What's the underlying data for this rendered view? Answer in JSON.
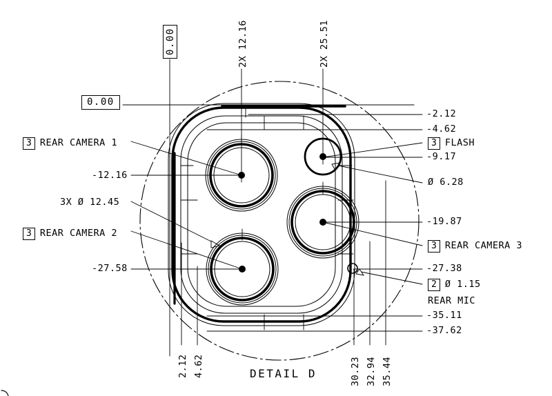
{
  "drawing": {
    "title": "DETAIL D",
    "type": "engineering-detail-view",
    "subject": "rear camera module",
    "units_implied": "mm",
    "line_color": "#000000",
    "background_color": "#ffffff"
  },
  "datums": {
    "vertical_zero_box": "0.00",
    "horizontal_zero_box": "0.00"
  },
  "left_callouts": [
    {
      "id": "rear-camera-1",
      "frame": "3",
      "label": "REAR CAMERA 1"
    },
    {
      "id": "dim-neg-12-16",
      "label": "-12.16"
    },
    {
      "id": "dia-12-45",
      "label": "3X Ø 12.45"
    },
    {
      "id": "rear-camera-2",
      "frame": "3",
      "label": "REAR CAMERA 2"
    },
    {
      "id": "dim-neg-27-58",
      "label": "-27.58"
    }
  ],
  "right_callouts": [
    {
      "id": "dim-neg-2-12",
      "label": "-2.12"
    },
    {
      "id": "dim-neg-4-62",
      "label": "-4.62"
    },
    {
      "id": "flash",
      "frame": "3",
      "label": "FLASH"
    },
    {
      "id": "dim-neg-9-17",
      "label": "-9.17"
    },
    {
      "id": "dia-6-28",
      "label": "Ø 6.28"
    },
    {
      "id": "dim-neg-19-87",
      "label": "-19.87"
    },
    {
      "id": "rear-camera-3",
      "frame": "3",
      "label": "REAR CAMERA 3"
    },
    {
      "id": "dim-neg-27-38",
      "label": "-27.38"
    },
    {
      "id": "dia-1-15",
      "frame": "2",
      "label": "Ø 1.15"
    },
    {
      "id": "rear-mic",
      "label": "REAR MIC"
    },
    {
      "id": "dim-neg-35-11",
      "label": "-35.11"
    },
    {
      "id": "dim-neg-37-62",
      "label": "-37.62"
    }
  ],
  "top_callouts": [
    {
      "id": "dim-2x-12-16",
      "label": "2X 12.16"
    },
    {
      "id": "dim-2x-25-51",
      "label": "2X 25.51"
    }
  ],
  "bottom_callouts": [
    {
      "id": "dim-2-12",
      "label": "2.12"
    },
    {
      "id": "dim-4-62",
      "label": "4.62"
    },
    {
      "id": "dim-30-23",
      "label": "30.23"
    },
    {
      "id": "dim-32-94",
      "label": "32.94"
    },
    {
      "id": "dim-35-44",
      "label": "35.44"
    }
  ],
  "features": [
    {
      "name": "rear-camera-1",
      "x_mm": 12.16,
      "y_mm": -12.16,
      "diameter_mm": 12.45
    },
    {
      "name": "rear-camera-2",
      "x_mm": 12.16,
      "y_mm": -27.58,
      "diameter_mm": 12.45
    },
    {
      "name": "rear-camera-3",
      "x_mm": 25.51,
      "y_mm": -19.87,
      "diameter_mm": 12.45
    },
    {
      "name": "flash",
      "x_mm": 25.51,
      "y_mm": -9.17,
      "diameter_mm": 6.28
    },
    {
      "name": "rear-mic",
      "x_mm": 30.23,
      "y_mm": -27.38,
      "diameter_mm": 1.15
    }
  ]
}
